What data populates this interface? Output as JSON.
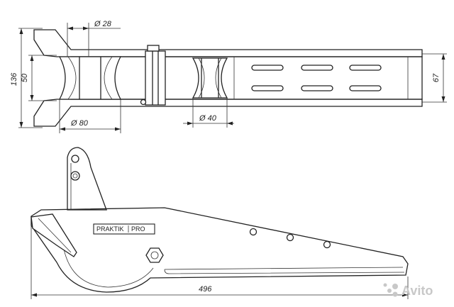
{
  "dimensions": {
    "height_overall": "136",
    "inner_gap": "50",
    "pin_diameter": "Ø 28",
    "front_roller_diameter": "Ø 80",
    "rear_roller_diameter": "Ø 40",
    "width": "67",
    "length": "496"
  },
  "brand": {
    "left": "PRAKTIK",
    "right": "PRO"
  },
  "watermark": "Avito",
  "colors": {
    "line": "#222222",
    "watermark": "#c8c8c8",
    "background": "#ffffff"
  }
}
